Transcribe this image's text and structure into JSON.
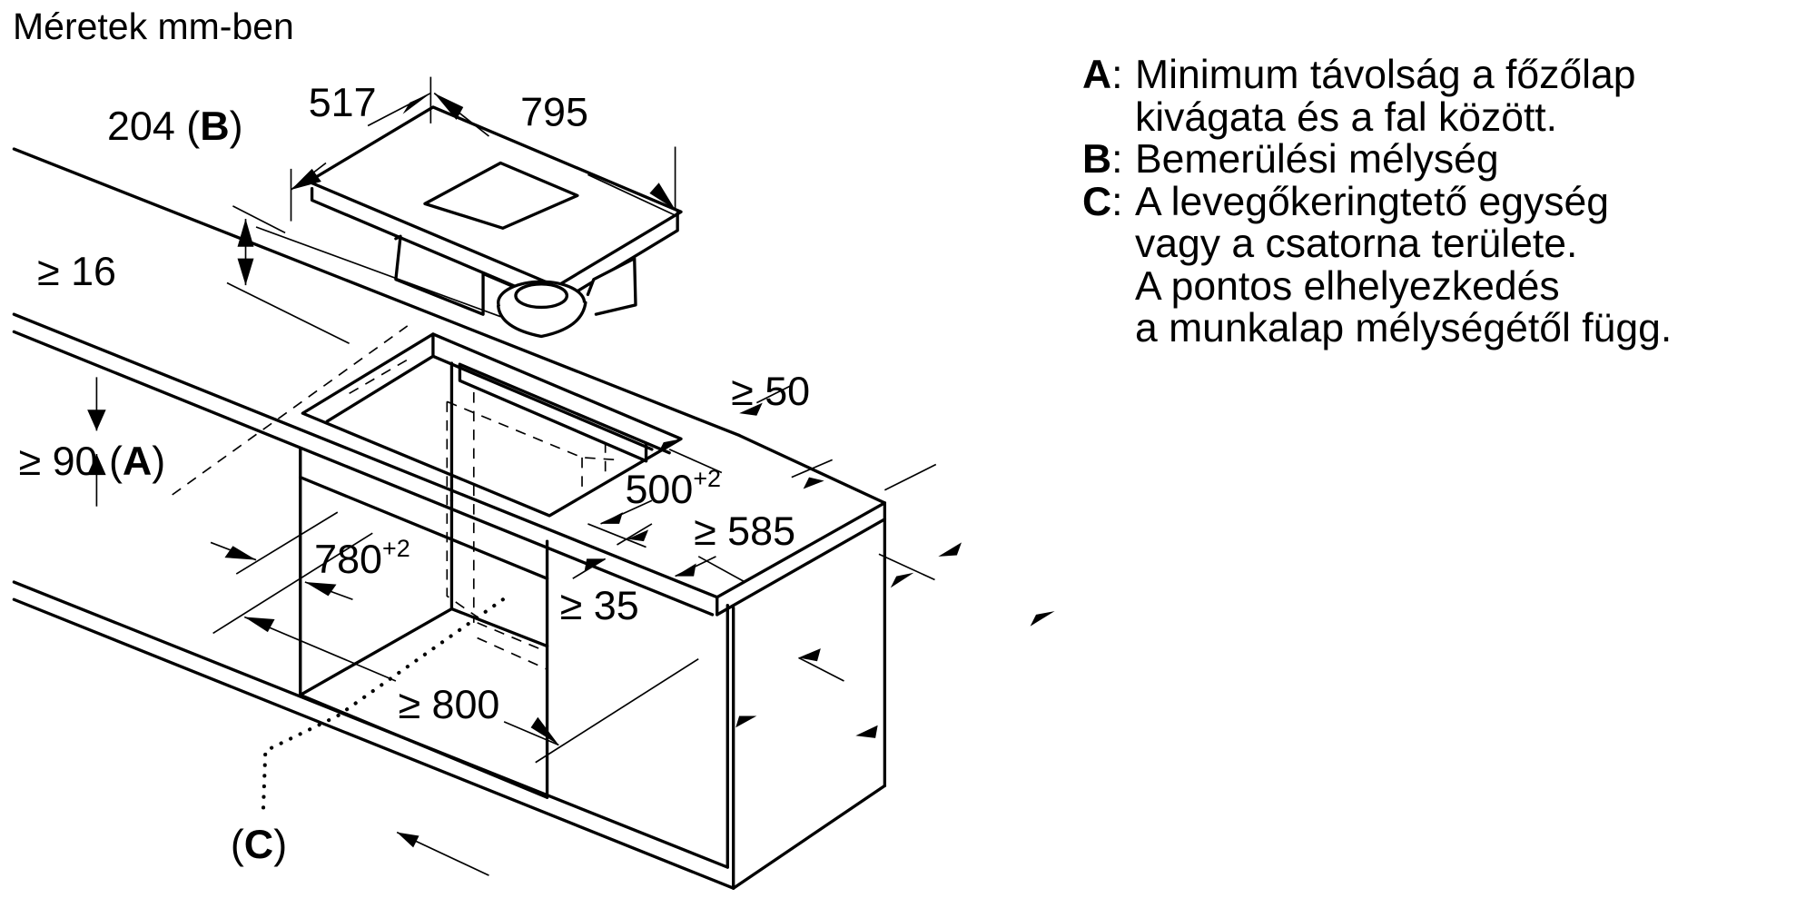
{
  "title": "Méretek mm-ben",
  "dimensions": {
    "width_hob": "795",
    "depth_hob": "517",
    "depth_b_value": "204",
    "depth_b_key": "B",
    "min_16": "≥ 16",
    "min_90_value": "≥ 90",
    "min_90_key": "A",
    "cutout_780": "780",
    "cutout_780_tol": "+2",
    "cutout_500": "500",
    "cutout_500_tol": "+2",
    "min_50": "≥ 50",
    "min_585": "≥ 585",
    "min_35": "≥ 35",
    "min_800": "≥ 800",
    "c_key": "C"
  },
  "legend": [
    {
      "key": "A",
      "lines": [
        "Minimum távolság a főzőlap",
        "kivágata és a fal között."
      ]
    },
    {
      "key": "B",
      "lines": [
        "Bemerülési mélység"
      ]
    },
    {
      "key": "C",
      "lines": [
        "A levegőkeringtető egység",
        "vagy a csatorna területe.",
        "A pontos elhelyezkedés",
        "a munkalap mélységétől függ."
      ]
    }
  ]
}
